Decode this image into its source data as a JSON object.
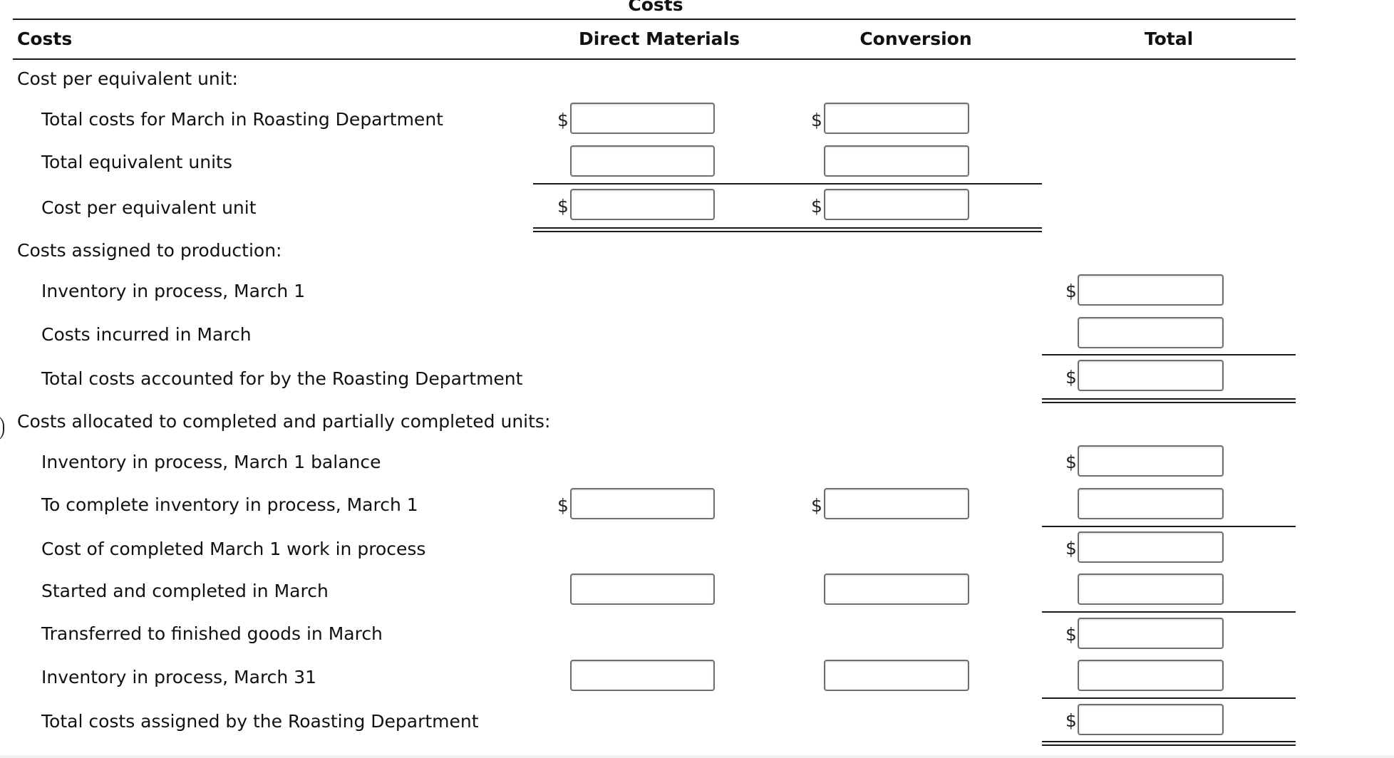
{
  "header": {
    "group_title": "Costs",
    "row_label": "Costs",
    "col_dm": "Direct Materials",
    "col_conv": "Conversion",
    "col_total": "Total"
  },
  "currency_symbol": "$",
  "sections": {
    "cost_per_eu": "Cost per equivalent unit:",
    "costs_assigned": "Costs assigned to production:",
    "costs_allocated": "Costs allocated to completed and partially completed units:"
  },
  "rows": {
    "total_costs_march": "Total costs for March in Roasting Department",
    "total_equivalent_units": "Total equivalent units",
    "cost_per_equivalent_unit": "Cost per equivalent unit",
    "inventory_march1": "Inventory in process, March 1",
    "costs_incurred_march": "Costs incurred in March",
    "total_costs_accounted": "Total costs accounted for by the Roasting Department",
    "inventory_march1_balance": "Inventory in process, March 1 balance",
    "to_complete_inventory": "To complete inventory in process, March 1",
    "cost_completed_wip": "Cost of completed March 1 work in process",
    "started_completed": "Started and completed in March",
    "transferred_finished": "Transferred to finished goods in March",
    "inventory_march31": "Inventory in process, March 31",
    "total_costs_assigned": "Total costs assigned by the Roasting Department"
  },
  "inputs": {
    "total_costs_march_dm": "",
    "total_costs_march_conv": "",
    "total_equivalent_units_dm": "",
    "total_equivalent_units_conv": "",
    "cost_per_equivalent_unit_dm": "",
    "cost_per_equivalent_unit_conv": "",
    "inventory_march1_total": "",
    "costs_incurred_march_total": "",
    "total_costs_accounted_total": "",
    "inventory_march1_balance_total": "",
    "to_complete_inventory_dm": "",
    "to_complete_inventory_conv": "",
    "to_complete_inventory_total": "",
    "cost_completed_wip_total": "",
    "started_completed_dm": "",
    "started_completed_conv": "",
    "started_completed_total": "",
    "transferred_finished_total": "",
    "inventory_march31_dm": "",
    "inventory_march31_conv": "",
    "inventory_march31_total": "",
    "total_costs_assigned_total": ""
  }
}
